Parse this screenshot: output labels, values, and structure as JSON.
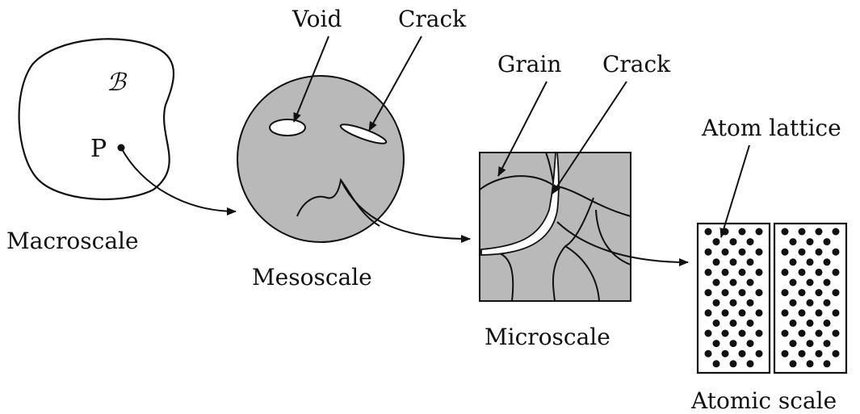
{
  "labels": {
    "macroscale": "Macroscale",
    "body_symbol": "ℬ",
    "point": "P",
    "mesoscale": "Mesoscale",
    "void": "Void",
    "crack_meso": "Crack",
    "microscale": "Microscale",
    "grain": "Grain",
    "crack_micro": "Crack",
    "atomic_scale": "Atomic scale",
    "atom_lattice": "Atom lattice"
  },
  "colors": {
    "fill_gray": "#b9b9b9",
    "stroke": "#111111",
    "background": "#ffffff"
  }
}
